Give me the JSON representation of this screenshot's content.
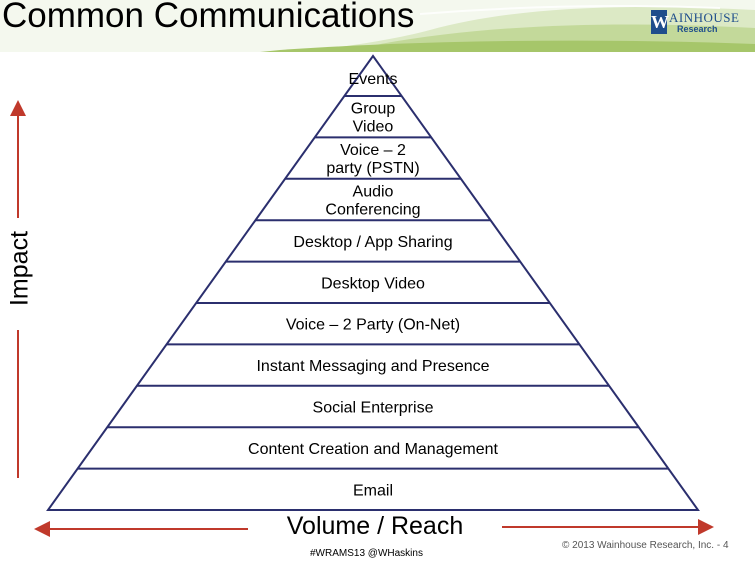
{
  "title": "Common Communications",
  "logo": {
    "mark": "W",
    "name": "AINHOUSE",
    "sub": "Research"
  },
  "axis": {
    "y_label": "Impact",
    "x_label": "Volume / Reach"
  },
  "footer": {
    "hashtag": "#WRAMS13 @WHaskins",
    "copyright": "© 2013 Wainhouse Research, Inc. - 4"
  },
  "colors": {
    "pyramid_stroke": "#2b2f6e",
    "arrow": "#c0392b",
    "banner_green": "#a6c66a",
    "banner_light": "#dce9c5",
    "logo_blue": "#1f4e8c"
  },
  "pyramid": {
    "layers": [
      {
        "lines": [
          "Events"
        ]
      },
      {
        "lines": [
          "Group",
          "Video"
        ]
      },
      {
        "lines": [
          "Voice – 2",
          "party (PSTN)"
        ]
      },
      {
        "lines": [
          "Audio",
          "Conferencing"
        ]
      },
      {
        "lines": [
          "Desktop / App Sharing"
        ]
      },
      {
        "lines": [
          "Desktop Video"
        ]
      },
      {
        "lines": [
          "Voice – 2 Party (On-Net)"
        ]
      },
      {
        "lines": [
          "Instant Messaging and Presence"
        ]
      },
      {
        "lines": [
          "Social Enterprise"
        ]
      },
      {
        "lines": [
          "Content Creation and Management"
        ]
      },
      {
        "lines": [
          "Email"
        ]
      }
    ]
  }
}
